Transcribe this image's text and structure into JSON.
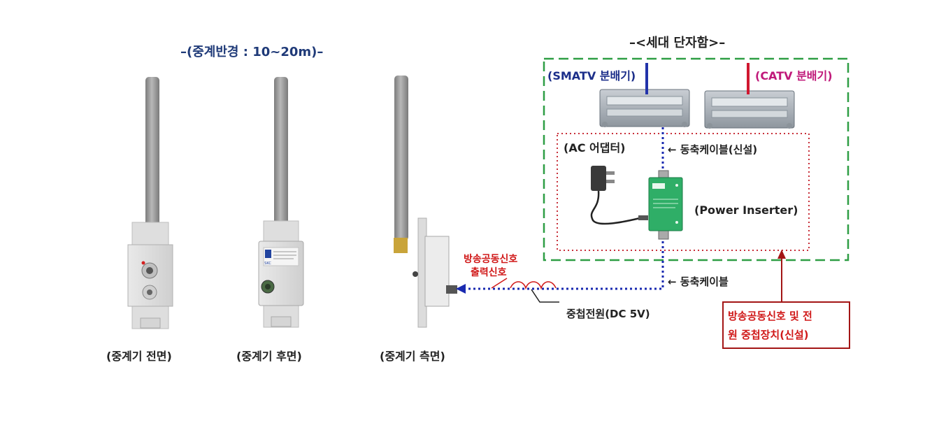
{
  "labels": {
    "range": "–(중계반경 : 10~20m)–",
    "box_title": "–<세대 단자함>–",
    "smatv_splitter": "(SMATV 분배기)",
    "catv_splitter": "(CATV 분배기)",
    "ac_adapter": "(AC 어댑터)",
    "coax_new": "← 동축케이블(신설)",
    "power_inserter": "(Power Inserter)",
    "output_signal_line1": "방송공동신호",
    "output_signal_line2": "출력신호",
    "coax": "← 동축케이블",
    "dc_power": "중첩전원(DC 5V)",
    "injector_line1": "방송공동신호 및 전",
    "injector_line2": "원 중첩장치(신설)",
    "caption_front": "(중계기 전면)",
    "caption_back": "(중계기 후면)",
    "caption_side": "(중계기 측면)"
  },
  "device": {
    "label_text": "SKC"
  },
  "colors": {
    "terminal_box_border": "#2e9e44",
    "inserter_box_border": "#c8303a",
    "coax_line": "#1a2ab0",
    "smatv_cable": "#2233aa",
    "catv_cable": "#d01830",
    "callout_border": "#a31515",
    "antenna_gray": "#9a9a9a",
    "inserter_green": "#2fae67"
  }
}
